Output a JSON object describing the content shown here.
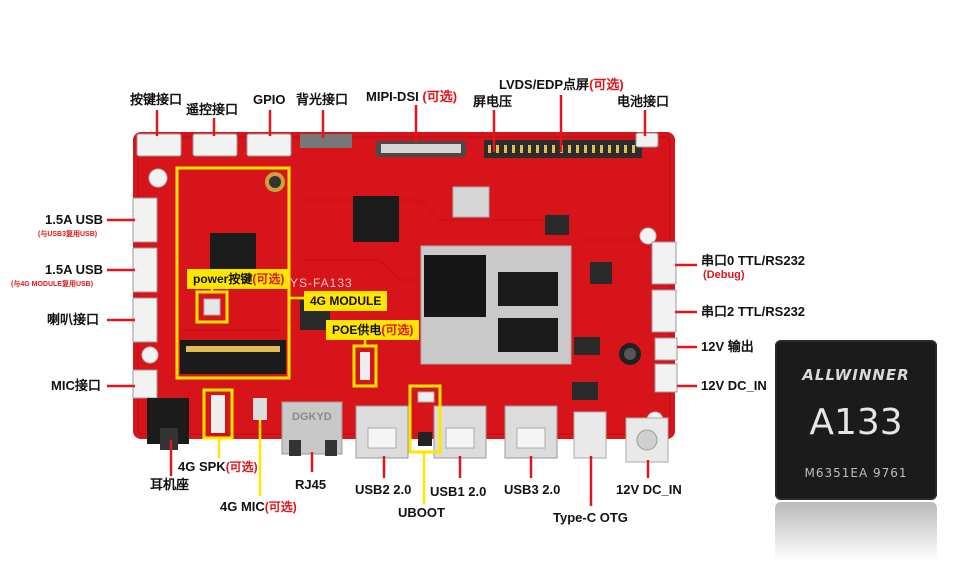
{
  "labels": {
    "button_port": "按键接口",
    "remote_port": "遥控接口",
    "gpio": "GPIO",
    "backlight_port": "背光接口",
    "mipi_dsi": "MIPI-DSI",
    "optional": "(可选)",
    "screen_voltage": "屏电压",
    "lvds_edp": "LVDS/EDP点屏",
    "battery_port": "电池接口",
    "usb_1a5_a": "1.5A USB",
    "usb_1a5_a_note": "(与USB3复用USB)",
    "usb_1a5_b": "1.5A USB",
    "usb_1a5_b_note": "(与4G MODULE复用USB)",
    "speaker_port": "喇叭接口",
    "mic_port": "MIC接口",
    "power_button": "power按键",
    "module_4g": "4G MODULE",
    "poe": "POE供电",
    "uart0": "串口0 TTL/RS232",
    "debug": "(Debug)",
    "uart2": "串口2 TTL/RS232",
    "v12_out": "12V 输出",
    "v12_dcin_right": "12V DC_IN",
    "spk_4g": "4G SPK",
    "headphone": "耳机座",
    "mic_4g": "4G MIC",
    "rj45": "RJ45",
    "usb2": "USB2  2.0",
    "usb1": "USB1 2.0",
    "usb3": "USB3  2.0",
    "uboot": "UBOOT",
    "typec": "Type-C OTG",
    "v12_dcin_bottom": "12V DC_IN",
    "board_silk": "YS-FA133",
    "rj45_silk": "DGKYD"
  },
  "chip": {
    "brand": "ALLWINNER",
    "model": "A133",
    "code": "M6351EA   9761"
  },
  "colors": {
    "board": "#d8141b",
    "accent_red": "#e0161b",
    "highlight_yellow": "#ffe600"
  }
}
